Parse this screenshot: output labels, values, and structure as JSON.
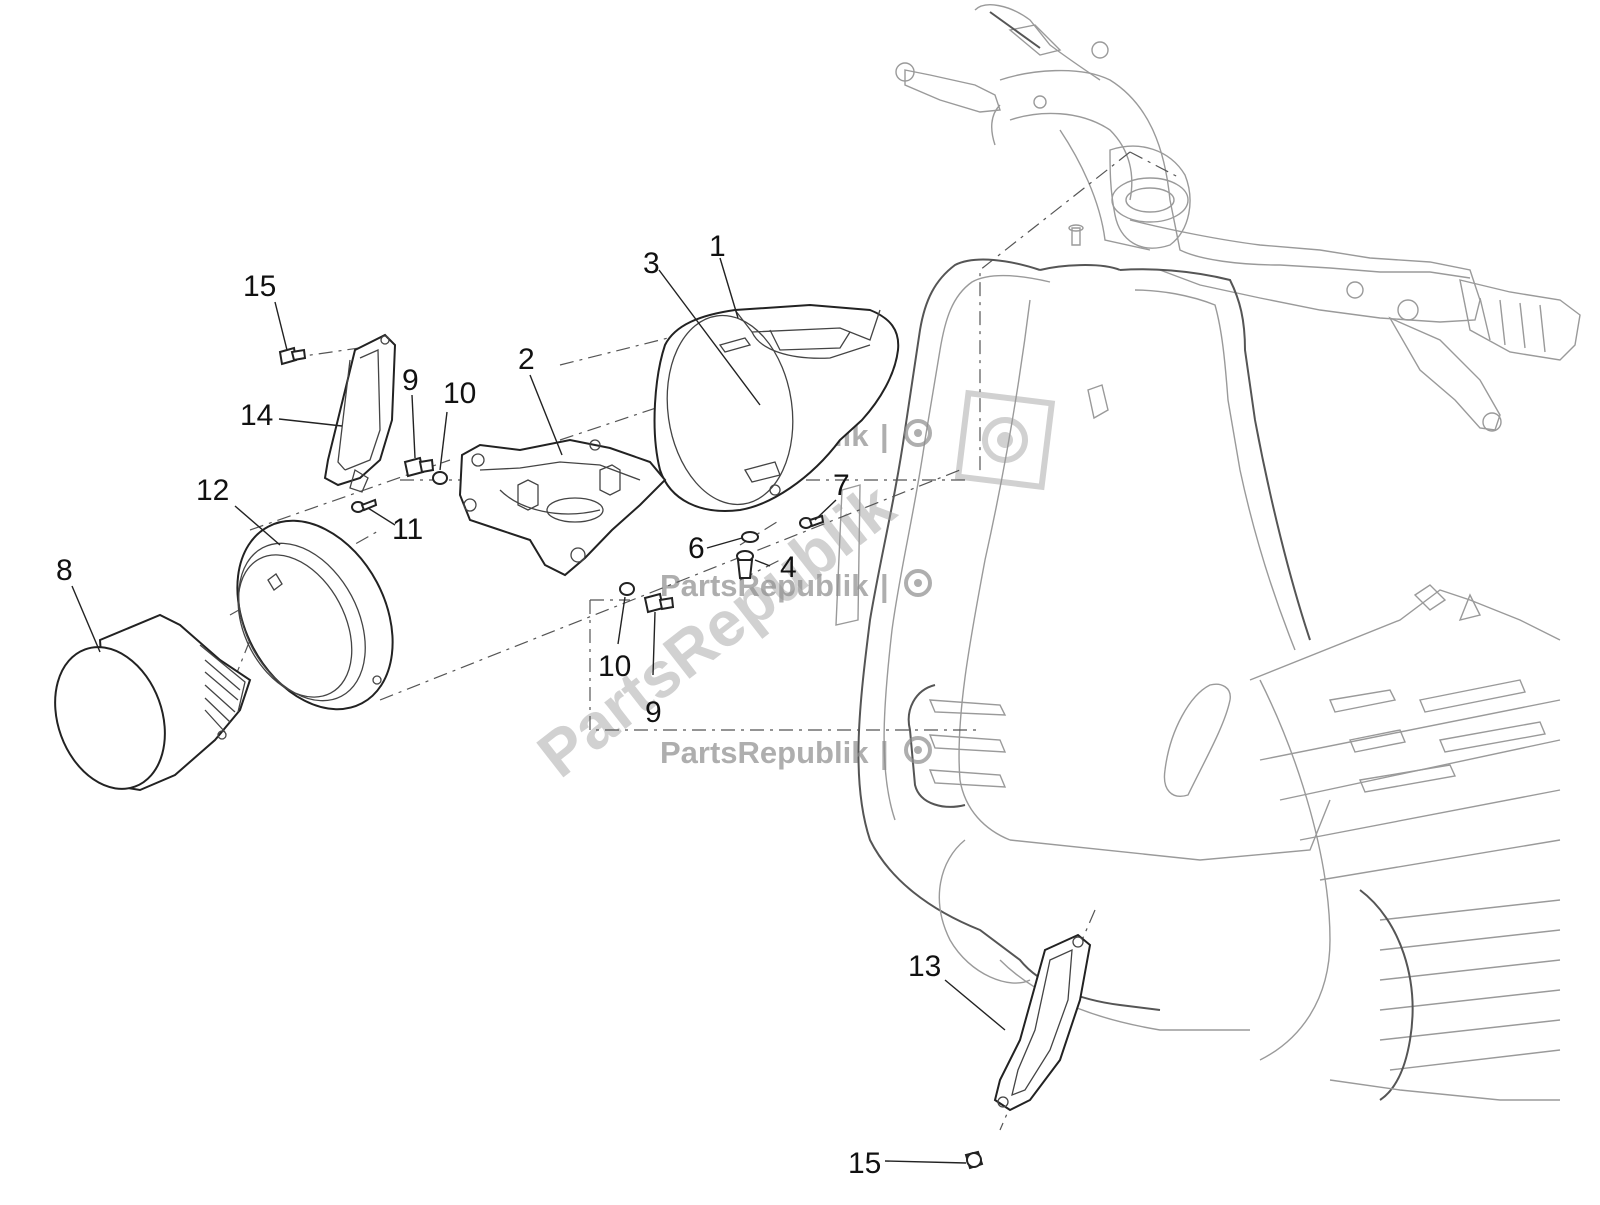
{
  "diagram": {
    "callouts": [
      {
        "id": "c1",
        "text": "1"
      },
      {
        "id": "c2",
        "text": "2"
      },
      {
        "id": "c3",
        "text": "3"
      },
      {
        "id": "c4",
        "text": "4"
      },
      {
        "id": "c6",
        "text": "6"
      },
      {
        "id": "c7",
        "text": "7"
      },
      {
        "id": "c8",
        "text": "8"
      },
      {
        "id": "c9a",
        "text": "9"
      },
      {
        "id": "c9b",
        "text": "9"
      },
      {
        "id": "c10a",
        "text": "10"
      },
      {
        "id": "c10b",
        "text": "10"
      },
      {
        "id": "c11",
        "text": "11"
      },
      {
        "id": "c12",
        "text": "12"
      },
      {
        "id": "c13",
        "text": "13"
      },
      {
        "id": "c14",
        "text": "14"
      },
      {
        "id": "c15a",
        "text": "15"
      },
      {
        "id": "c15b",
        "text": "15"
      }
    ]
  },
  "watermark": {
    "brand": "PartsRepublik",
    "separator": "|",
    "gear_icon": "gear-icon"
  },
  "colors": {
    "ink": "#111111",
    "line": "#9a9a9a",
    "watermark": "#8f8f8f"
  }
}
